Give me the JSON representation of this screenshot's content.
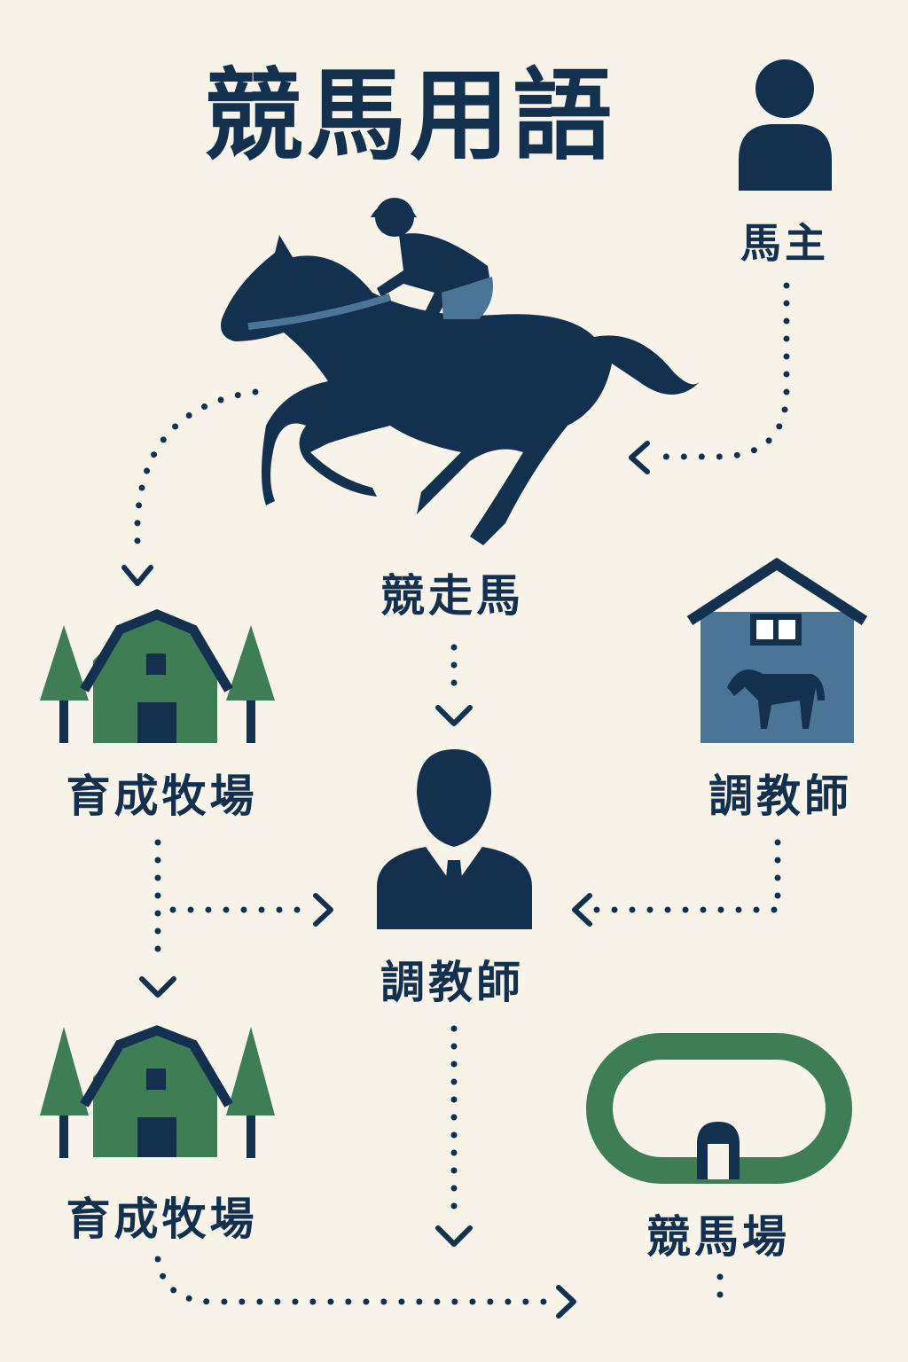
{
  "title": "競馬用語",
  "nodes": {
    "owner": "馬主",
    "racehorse": "競走馬",
    "stable": "調教師",
    "farm1": "育成牧場",
    "trainer": "調教師",
    "farm2": "育成牧場",
    "racecourse": "競馬場"
  },
  "colors": {
    "navy": "#14304f",
    "green": "#3f7d55",
    "blue": "#4a7596",
    "background": "#f7f3e8"
  }
}
